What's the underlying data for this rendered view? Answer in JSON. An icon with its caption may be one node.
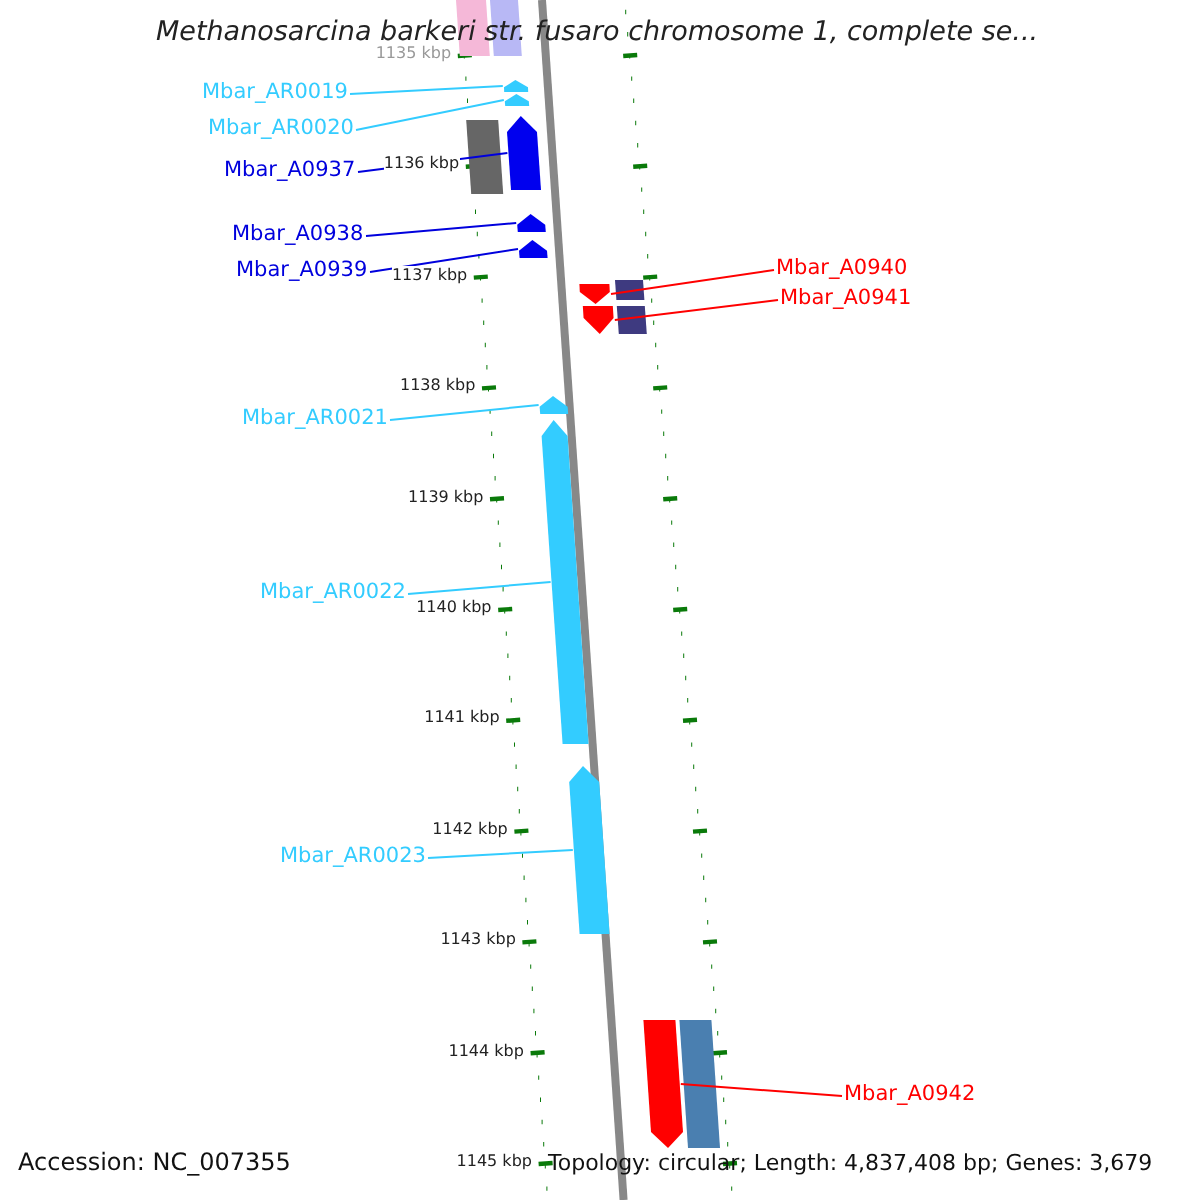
{
  "diagram": {
    "title": "Methanosarcina barkeri str. fusaro chromosome 1, complete se...",
    "nodes": [
      {
        "text": [
          "Mbar_AR0019"
        ]
      },
      {
        "text": [
          "Mbar_AR0020"
        ]
      },
      {
        "text": [
          "Mbar_A0937"
        ]
      },
      {
        "text": [
          "Mbar_A0938"
        ]
      },
      {
        "text": [
          "Mbar_A0939"
        ]
      },
      {
        "text": [
          "Mbar_A0940"
        ]
      },
      {
        "text": [
          "Mbar_A0941"
        ]
      },
      {
        "text": [
          "Mbar_AR0021"
        ]
      },
      {
        "text": [
          "Mbar_AR0022"
        ]
      },
      {
        "text": [
          "Mbar_AR0023"
        ]
      },
      {
        "text": [
          "Mbar_A0942"
        ]
      },
      {
        "text": [],
        "shape": "arrow"
      },
      {
        "text": [],
        "shape": "arrow"
      },
      {
        "text": [],
        "shape": "arrow"
      },
      {
        "text": [],
        "shape": "arrow"
      },
      {
        "text": [],
        "shape": "arrow"
      },
      {
        "text": [],
        "shape": "arrow"
      },
      {
        "text": [],
        "shape": "arrow"
      },
      {
        "text": [],
        "shape": "arrow"
      },
      {
        "text": [],
        "shape": "arrow"
      },
      {
        "text": [],
        "shape": "arrow"
      },
      {
        "text": [],
        "shape": "arrow"
      },
      {
        "text": [],
        "shape": "box"
      },
      {
        "text": [],
        "shape": "box"
      },
      {
        "text": [],
        "shape": "box"
      },
      {
        "text": [],
        "shape": "box"
      },
      {
        "text": [],
        "shape": "box"
      },
      {
        "text": [],
        "shape": "box"
      }
    ],
    "edges": [
      {
        "from": 0,
        "to": 11,
        "arrow": "none"
      },
      {
        "from": 1,
        "to": 12,
        "arrow": "none"
      },
      {
        "from": 2,
        "to": 13,
        "arrow": "none",
        "color": "#0000dd"
      },
      {
        "from": 3,
        "to": 14,
        "arrow": "none",
        "color": "#0000dd"
      },
      {
        "from": 4,
        "to": 15,
        "arrow": "none",
        "color": "#0000dd"
      },
      {
        "from": 5,
        "to": 16,
        "arrow": "none",
        "color": "#ff0000"
      },
      {
        "from": 6,
        "to": 17,
        "arrow": "none",
        "color": "#ff0000"
      },
      {
        "from": 7,
        "to": 18,
        "arrow": "none"
      },
      {
        "from": 8,
        "to": 19,
        "arrow": "none"
      },
      {
        "from": 9,
        "to": 20,
        "arrow": "none"
      },
      {
        "from": 10,
        "to": 21,
        "arrow": "none",
        "color": "#ff0000"
      }
    ],
    "labels": [
      "1135 kbp",
      "1136 kbp",
      "1137 kbp",
      "1138 kbp",
      "1139 kbp",
      "1140 kbp",
      "1141 kbp",
      "1142 kbp",
      "1143 kbp",
      "1144 kbp",
      "1145 kbp",
      "Accession: NC_007355",
      "Topology: circular; Length: 4,837,408 bp; Genes: 3,679"
    ]
  }
}
